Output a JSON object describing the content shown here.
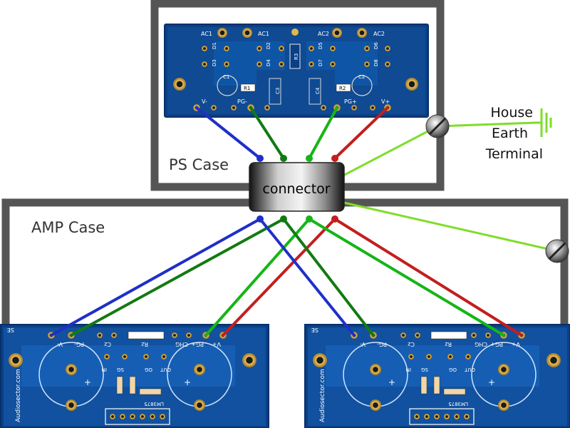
{
  "cases": {
    "ps_case": "PS Case",
    "amp_case": "AMP Case",
    "connector": "connector"
  },
  "house_earth": {
    "line1": "House",
    "line2": "Earth",
    "line3": "Terminal"
  },
  "ps_board": {
    "top_labels": [
      "AC1",
      "AC1",
      "AC2",
      "AC2"
    ],
    "diodes": [
      "D1",
      "D2",
      "D3",
      "D4",
      "D5",
      "D6",
      "D7",
      "D8"
    ],
    "caps": [
      "C1",
      "C2",
      "C3",
      "C4"
    ],
    "resistors": [
      "R1",
      "R2",
      "R3"
    ],
    "bottom_labels": [
      "V-",
      "PG-",
      "PG+",
      "V+"
    ]
  },
  "amp_board": {
    "header_labels": [
      "SE",
      "V-",
      "PG-",
      "Cz",
      "Rz",
      "CHG",
      "PG+",
      "V+"
    ],
    "mid_labels": [
      "IN",
      "SG",
      "OUT",
      "OG"
    ],
    "chip": "LM3875",
    "brand": "Audiosector.com",
    "plus": "+"
  },
  "wire_colors": {
    "blue": "#1f2fc8",
    "green": "#127a12",
    "light_green": "#16b516",
    "red": "#c31e1e",
    "earth": "#7fdd2a"
  }
}
